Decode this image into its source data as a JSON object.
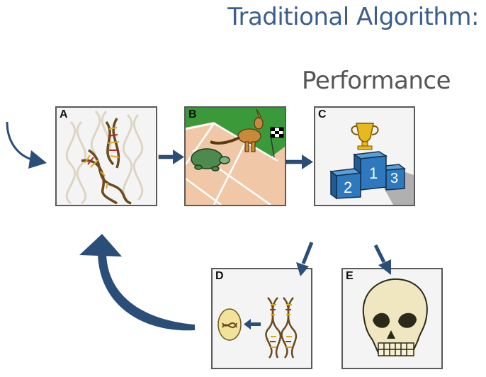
{
  "header": {
    "title": "Traditional Algorithm:",
    "subtitle": "Performance"
  },
  "panels": [
    {
      "label": "A",
      "icon": "dna-population-icon"
    },
    {
      "label": "B",
      "icon": "race-icon"
    },
    {
      "label": "C",
      "icon": "podium-icon"
    },
    {
      "label": "D",
      "icon": "reproduction-icon"
    },
    {
      "label": "E",
      "icon": "skull-icon"
    }
  ],
  "podium": {
    "first": "1",
    "second": "2",
    "third": "3"
  },
  "colors": {
    "title": "#3b5e8c",
    "subtitle": "#555555",
    "arrow": "#2b4e78",
    "grass": "#3a9a3a",
    "track": "#f0c8a8"
  }
}
